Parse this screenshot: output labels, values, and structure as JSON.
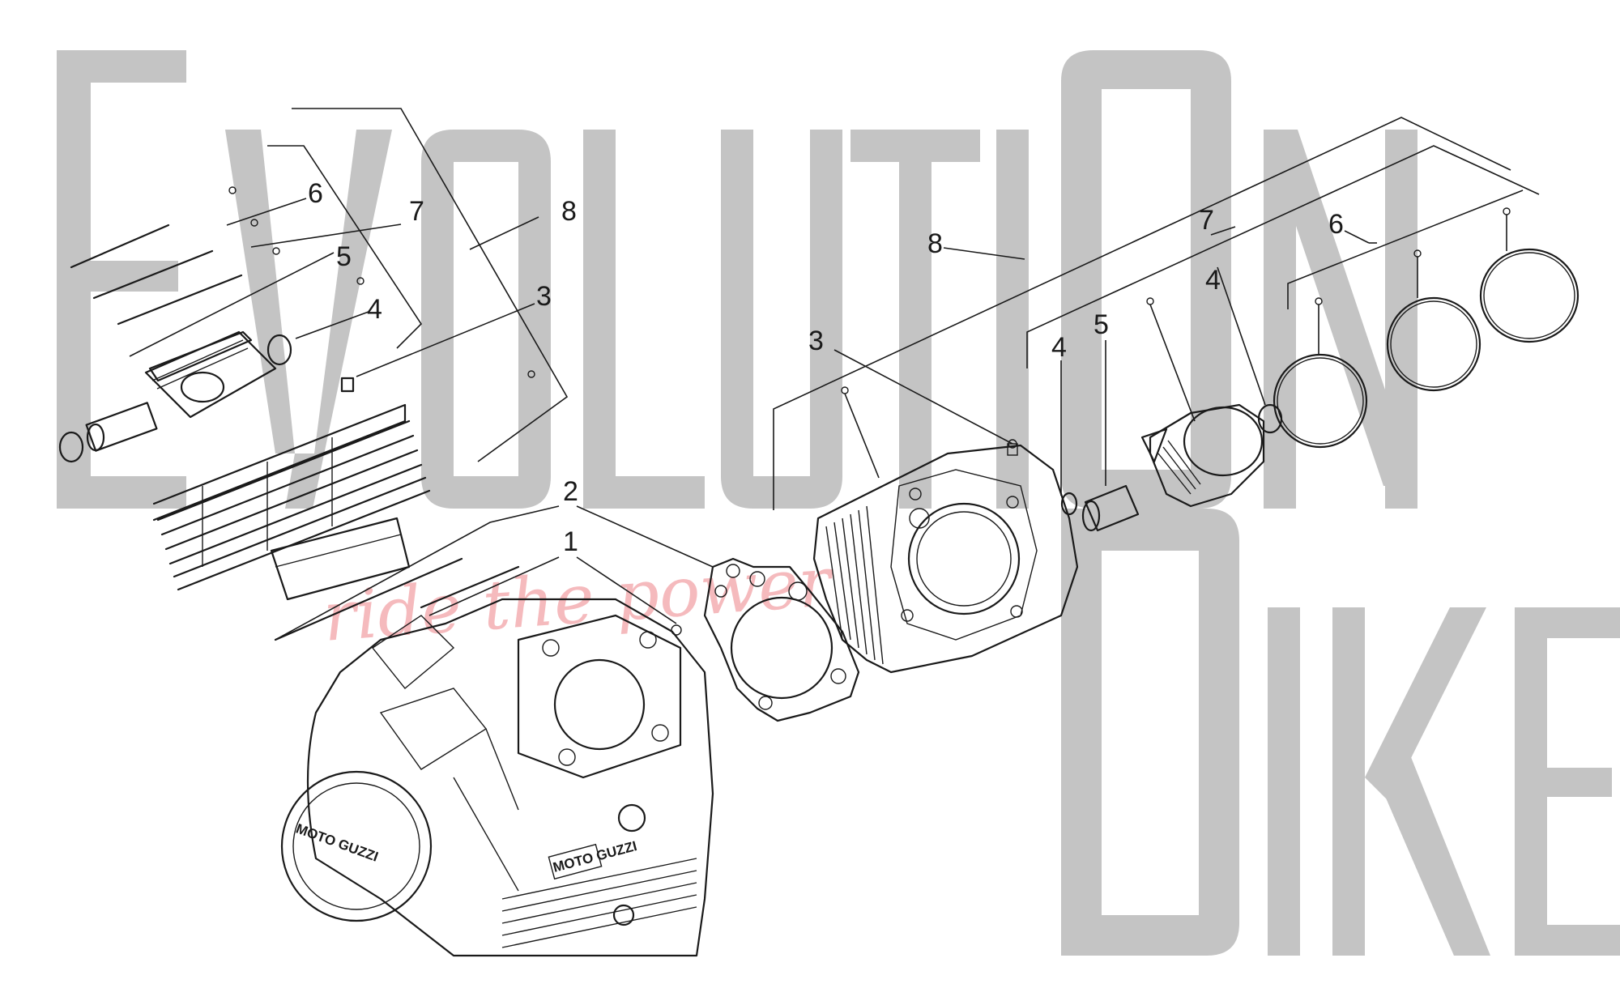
{
  "watermark": {
    "letters": [
      "E",
      "V",
      "O",
      "L",
      "U",
      "T",
      "I",
      "O",
      "N",
      "B",
      "I",
      "K",
      "E"
    ],
    "slogan": "ride the power"
  },
  "callouts": {
    "left_6": "6",
    "left_7": "7",
    "left_8": "8",
    "left_5": "5",
    "left_4": "4",
    "left_3": "3",
    "c_2": "2",
    "c_1": "1",
    "right_8": "8",
    "right_7": "7",
    "right_6": "6",
    "right_3": "3",
    "right_4a": "4",
    "right_5": "5",
    "right_4b": "4"
  },
  "engine": {
    "cover_brand": "MOTO GUZZI",
    "plate_brand": "MOTO GUZZI"
  },
  "colors": {
    "watermark": "#c4c4c4",
    "slogan": "#f2a3a8",
    "linework": "#1a1a1a",
    "background": "#ffffff"
  }
}
